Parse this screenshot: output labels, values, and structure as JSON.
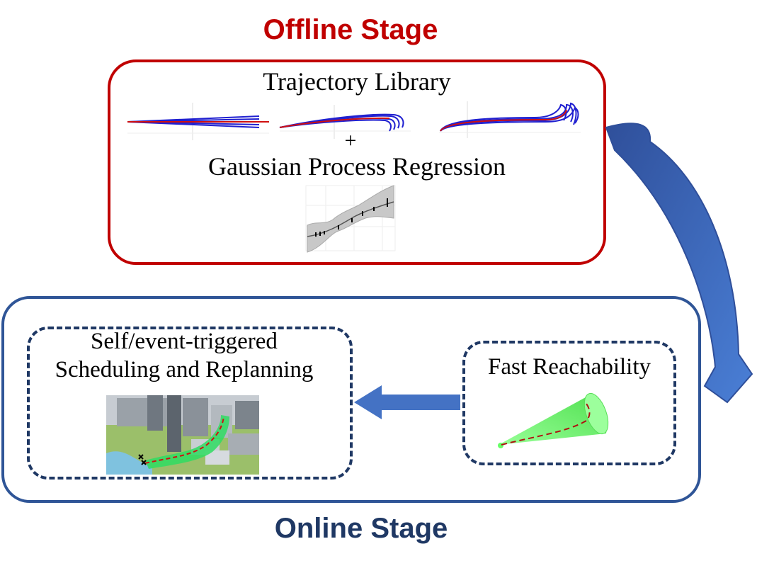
{
  "offline": {
    "title": "Offline Stage",
    "library_label": "Trajectory Library",
    "plus": "+",
    "gpr_label": "Gaussian Process Regression"
  },
  "online": {
    "title": "Online Stage",
    "scheduling_label_line1": "Self/event-triggered",
    "scheduling_label_line2": "Scheduling and Replanning",
    "reachability_label": "Fast Reachability"
  },
  "colors": {
    "offline_accent": "#c00000",
    "online_accent": "#1f3864",
    "online_frame": "#2f5597",
    "arrow": "#4472c4",
    "trajectory_blue": "#1f1fd6",
    "trajectory_red": "#d01010",
    "reachability_green": "#66ff66"
  },
  "icons": [
    "curved-arrow-icon",
    "left-arrow-icon",
    "trajectory-plot-icon",
    "gpr-plot-icon",
    "reachable-tube-icon",
    "city-scene-icon"
  ]
}
